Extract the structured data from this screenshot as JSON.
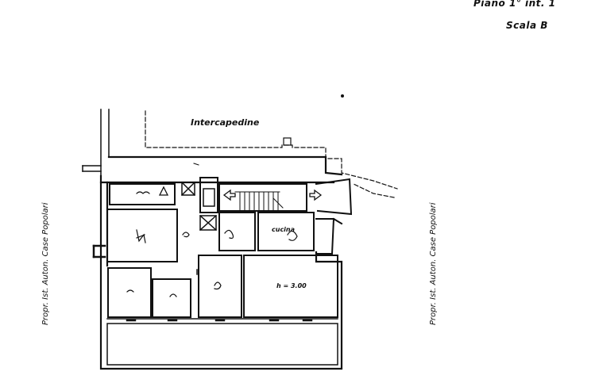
{
  "header": {
    "floor_and_unit": "Piano 1°   int. 1",
    "scale": "Scala B"
  },
  "neighbors": {
    "left": "Propr. Ist. Auton. Case Popolari",
    "right": "Propr. Ist. Auton. Case Popolari"
  },
  "plan_labels": {
    "interspace": "Intercapedine",
    "kitchen": "cucina",
    "ceiling_height": "h = 3.00"
  },
  "colors": {
    "ink": "#111111",
    "paper": "#ffffff"
  }
}
